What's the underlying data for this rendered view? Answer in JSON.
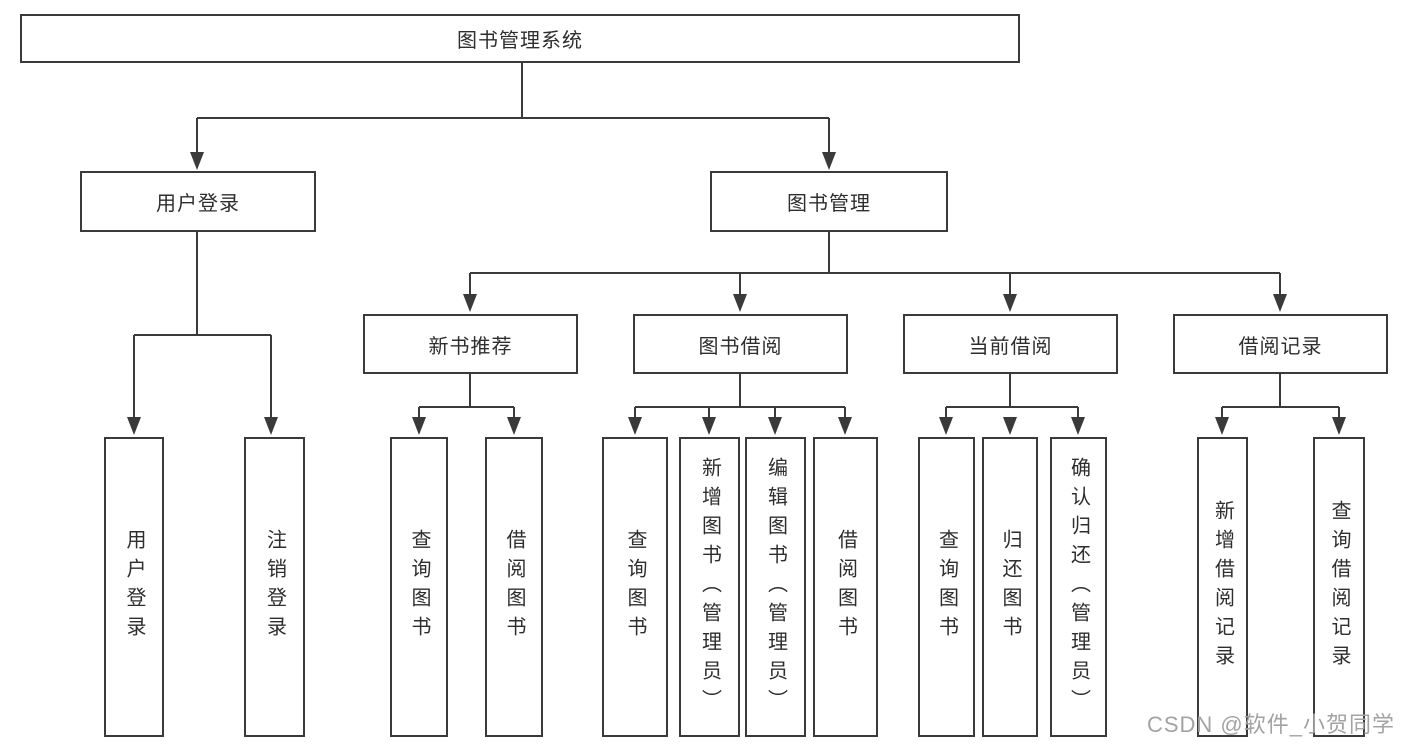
{
  "tree": {
    "root": {
      "label": "图书管理系统"
    },
    "branches": [
      {
        "label": "用户登录",
        "children": [
          {
            "label": "用户登录"
          },
          {
            "label": "注销登录"
          }
        ]
      },
      {
        "label": "图书管理",
        "children": [
          {
            "label": "新书推荐",
            "children": [
              {
                "label": "查询图书"
              },
              {
                "label": "借阅图书"
              }
            ]
          },
          {
            "label": "图书借阅",
            "children": [
              {
                "label": "查询图书"
              },
              {
                "label": "新增图书（管理员）"
              },
              {
                "label": "编辑图书（管理员）"
              },
              {
                "label": "借阅图书"
              }
            ]
          },
          {
            "label": "当前借阅",
            "children": [
              {
                "label": "查询图书"
              },
              {
                "label": "归还图书"
              },
              {
                "label": "确认归还（管理员）"
              }
            ]
          },
          {
            "label": "借阅记录",
            "children": [
              {
                "label": "新增借阅记录"
              },
              {
                "label": "查询借阅记录"
              }
            ]
          }
        ]
      }
    ]
  },
  "watermark": "CSDN @软件_小贺同学",
  "colors": {
    "line": "#3a3a3a",
    "box_border": "#3a3a3a",
    "text": "#2e2e2e",
    "watermark": "#a3a3a3",
    "background": "#ffffff"
  }
}
